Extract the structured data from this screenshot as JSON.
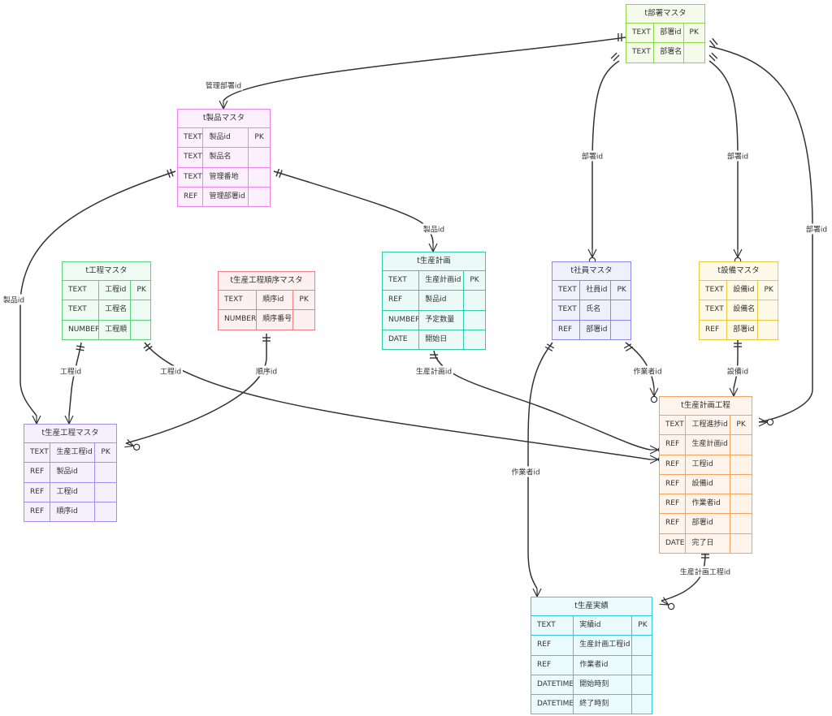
{
  "entities": {
    "dept": {
      "name": "t部署マスタ",
      "color": "#8fd44a",
      "fill": "#f4fbea",
      "rows": [
        [
          "TEXT",
          "部署id",
          "PK"
        ],
        [
          "TEXT",
          "部署名",
          ""
        ]
      ]
    },
    "product": {
      "name": "t製品マスタ",
      "color": "#ee82ee",
      "fill": "#fdf0fd",
      "rows": [
        [
          "TEXT",
          "製品id",
          "PK"
        ],
        [
          "TEXT",
          "製品名",
          ""
        ],
        [
          "TEXT",
          "管理番地",
          ""
        ],
        [
          "REF",
          "管理部署id",
          ""
        ]
      ]
    },
    "process": {
      "name": "t工程マスタ",
      "color": "#5cd07e",
      "fill": "#eefbf2",
      "rows": [
        [
          "TEXT",
          "工程id",
          "PK"
        ],
        [
          "TEXT",
          "工程名",
          ""
        ],
        [
          "NUMBER",
          "工程順",
          ""
        ]
      ]
    },
    "order": {
      "name": "t生産工程順序マスタ",
      "color": "#f08080",
      "fill": "#fdf0f0",
      "rows": [
        [
          "TEXT",
          "順序id",
          "PK"
        ],
        [
          "NUMBER",
          "順序番号",
          ""
        ]
      ]
    },
    "plan": {
      "name": "t生産計画",
      "color": "#33ccaa",
      "fill": "#ebfaf6",
      "rows": [
        [
          "TEXT",
          "生産計画id",
          "PK"
        ],
        [
          "REF",
          "製品id",
          ""
        ],
        [
          "NUMBER",
          "予定数量",
          ""
        ],
        [
          "DATE",
          "開始日",
          ""
        ]
      ]
    },
    "employee": {
      "name": "t社員マスタ",
      "color": "#8888ee",
      "fill": "#f0f0fd",
      "rows": [
        [
          "TEXT",
          "社員id",
          "PK"
        ],
        [
          "TEXT",
          "氏名",
          ""
        ],
        [
          "REF",
          "部署id",
          ""
        ]
      ]
    },
    "equipment": {
      "name": "t設備マスタ",
      "color": "#e8c840",
      "fill": "#fdf9e8",
      "rows": [
        [
          "TEXT",
          "設備id",
          "PK"
        ],
        [
          "TEXT",
          "設備名",
          ""
        ],
        [
          "REF",
          "部署id",
          ""
        ]
      ]
    },
    "prodprocess": {
      "name": "t生産工程マスタ",
      "color": "#a48ef0",
      "fill": "#f4f1fd",
      "rows": [
        [
          "TEXT",
          "生産工程id",
          "PK"
        ],
        [
          "REF",
          "製品id",
          ""
        ],
        [
          "REF",
          "工程id",
          ""
        ],
        [
          "REF",
          "順序id",
          ""
        ]
      ]
    },
    "planprocess": {
      "name": "t生産計画工程",
      "color": "#f5a25c",
      "fill": "#fef4ec",
      "rows": [
        [
          "TEXT",
          "工程進捗id",
          "PK"
        ],
        [
          "REF",
          "生産計画id",
          ""
        ],
        [
          "REF",
          "工程id",
          ""
        ],
        [
          "REF",
          "設備id",
          ""
        ],
        [
          "REF",
          "作業者id",
          ""
        ],
        [
          "REF",
          "部署id",
          ""
        ],
        [
          "DATE",
          "完了日",
          ""
        ]
      ]
    },
    "result": {
      "name": "t生産実績",
      "color": "#33c8e0",
      "fill": "#eafafd",
      "rows": [
        [
          "TEXT",
          "実績id",
          "PK"
        ],
        [
          "REF",
          "生産計画工程id",
          ""
        ],
        [
          "REF",
          "作業者id",
          ""
        ],
        [
          "DATETIME",
          "開始時刻",
          ""
        ],
        [
          "DATETIME",
          "終了時刻",
          ""
        ]
      ]
    }
  },
  "relations": [
    {
      "from": "dept",
      "to": "product",
      "label": "管理部署id"
    },
    {
      "from": "dept",
      "to": "employee",
      "label": "部署id"
    },
    {
      "from": "dept",
      "to": "equipment",
      "label": "部署id"
    },
    {
      "from": "dept",
      "to": "planprocess",
      "label": "部署id"
    },
    {
      "from": "product",
      "to": "prodprocess",
      "label": "製品id"
    },
    {
      "from": "product",
      "to": "plan",
      "label": "製品id"
    },
    {
      "from": "process",
      "to": "prodprocess",
      "label": "工程id"
    },
    {
      "from": "process",
      "to": "planprocess",
      "label": "工程id"
    },
    {
      "from": "order",
      "to": "prodprocess",
      "label": "順序id"
    },
    {
      "from": "plan",
      "to": "planprocess",
      "label": "生産計画id"
    },
    {
      "from": "employee",
      "to": "planprocess",
      "label": "作業者id"
    },
    {
      "from": "employee",
      "to": "result",
      "label": "作業者id"
    },
    {
      "from": "equipment",
      "to": "planprocess",
      "label": "設備id"
    },
    {
      "from": "planprocess",
      "to": "result",
      "label": "生産計画工程id"
    }
  ]
}
